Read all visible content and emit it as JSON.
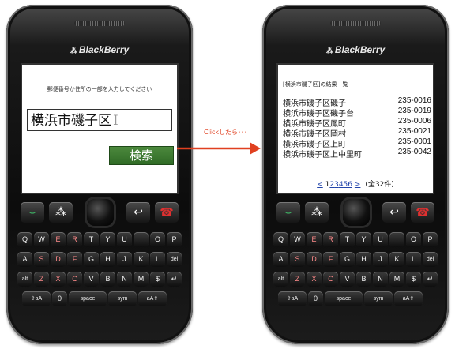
{
  "brand": {
    "mark": "⁂",
    "name": "BlackBerry"
  },
  "search_screen": {
    "instruction": "郵便番号か住所の一部を入力してください",
    "input_value": "横浜市磯子区",
    "button_label": "検索"
  },
  "transition": {
    "label": "Clickしたら･･･"
  },
  "results_screen": {
    "header": "[横浜市磯子区]の結果一覧",
    "rows": [
      {
        "address": "横浜市磯子区磯子",
        "zip": "235-0016"
      },
      {
        "address": "横浜市磯子区磯子台",
        "zip": "235-0019"
      },
      {
        "address": "横浜市磯子区鳳町",
        "zip": "235-0006"
      },
      {
        "address": "横浜市磯子区岡村",
        "zip": "235-0021"
      },
      {
        "address": "横浜市磯子区上町",
        "zip": "235-0001"
      },
      {
        "address": "横浜市磯子区上中里町",
        "zip": "235-0042"
      }
    ],
    "pager": {
      "prev": "<",
      "current": "1",
      "pages": [
        "2",
        "3",
        "4",
        "5",
        "6"
      ],
      "next": ">",
      "total": "(全32件)"
    }
  },
  "keyboard": {
    "rows": [
      [
        "Q",
        "W",
        "E",
        "R",
        "T",
        "Y",
        "U",
        "I",
        "O",
        "P"
      ],
      [
        "A",
        "S",
        "D",
        "F",
        "G",
        "H",
        "J",
        "K",
        "L",
        "del"
      ],
      [
        "alt",
        "Z",
        "X",
        "C",
        "V",
        "B",
        "N",
        "M",
        "$",
        "↵"
      ],
      [
        "⇧aA",
        "0",
        "space",
        "sym",
        "aA⇧"
      ]
    ]
  },
  "colors": {
    "accent_red": "#e04020",
    "button_green": "#3d7a30",
    "link_blue": "#2244aa"
  }
}
